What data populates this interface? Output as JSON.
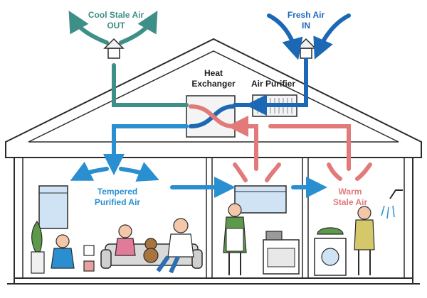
{
  "labels": {
    "cool_stale_air_line1": "Cool Stale Air",
    "cool_stale_air_line2": "OUT",
    "fresh_air_line1": "Fresh Air",
    "fresh_air_line2": "IN",
    "heat_exchanger_line1": "Heat",
    "heat_exchanger_line2": "Exchanger",
    "air_purifier": "Air Purifier",
    "tempered_line1": "Tempered",
    "tempered_line2": "Purified Air",
    "warm_stale_line1": "Warm",
    "warm_stale_line2": "Stale Air"
  },
  "colors": {
    "cool_stale": "#3d8f87",
    "fresh": "#1c68b5",
    "tempered": "#2a8fd0",
    "warm_stale": "#e27a7a",
    "outline": "#2b2b2b",
    "wall_fill": "#ffffff"
  }
}
